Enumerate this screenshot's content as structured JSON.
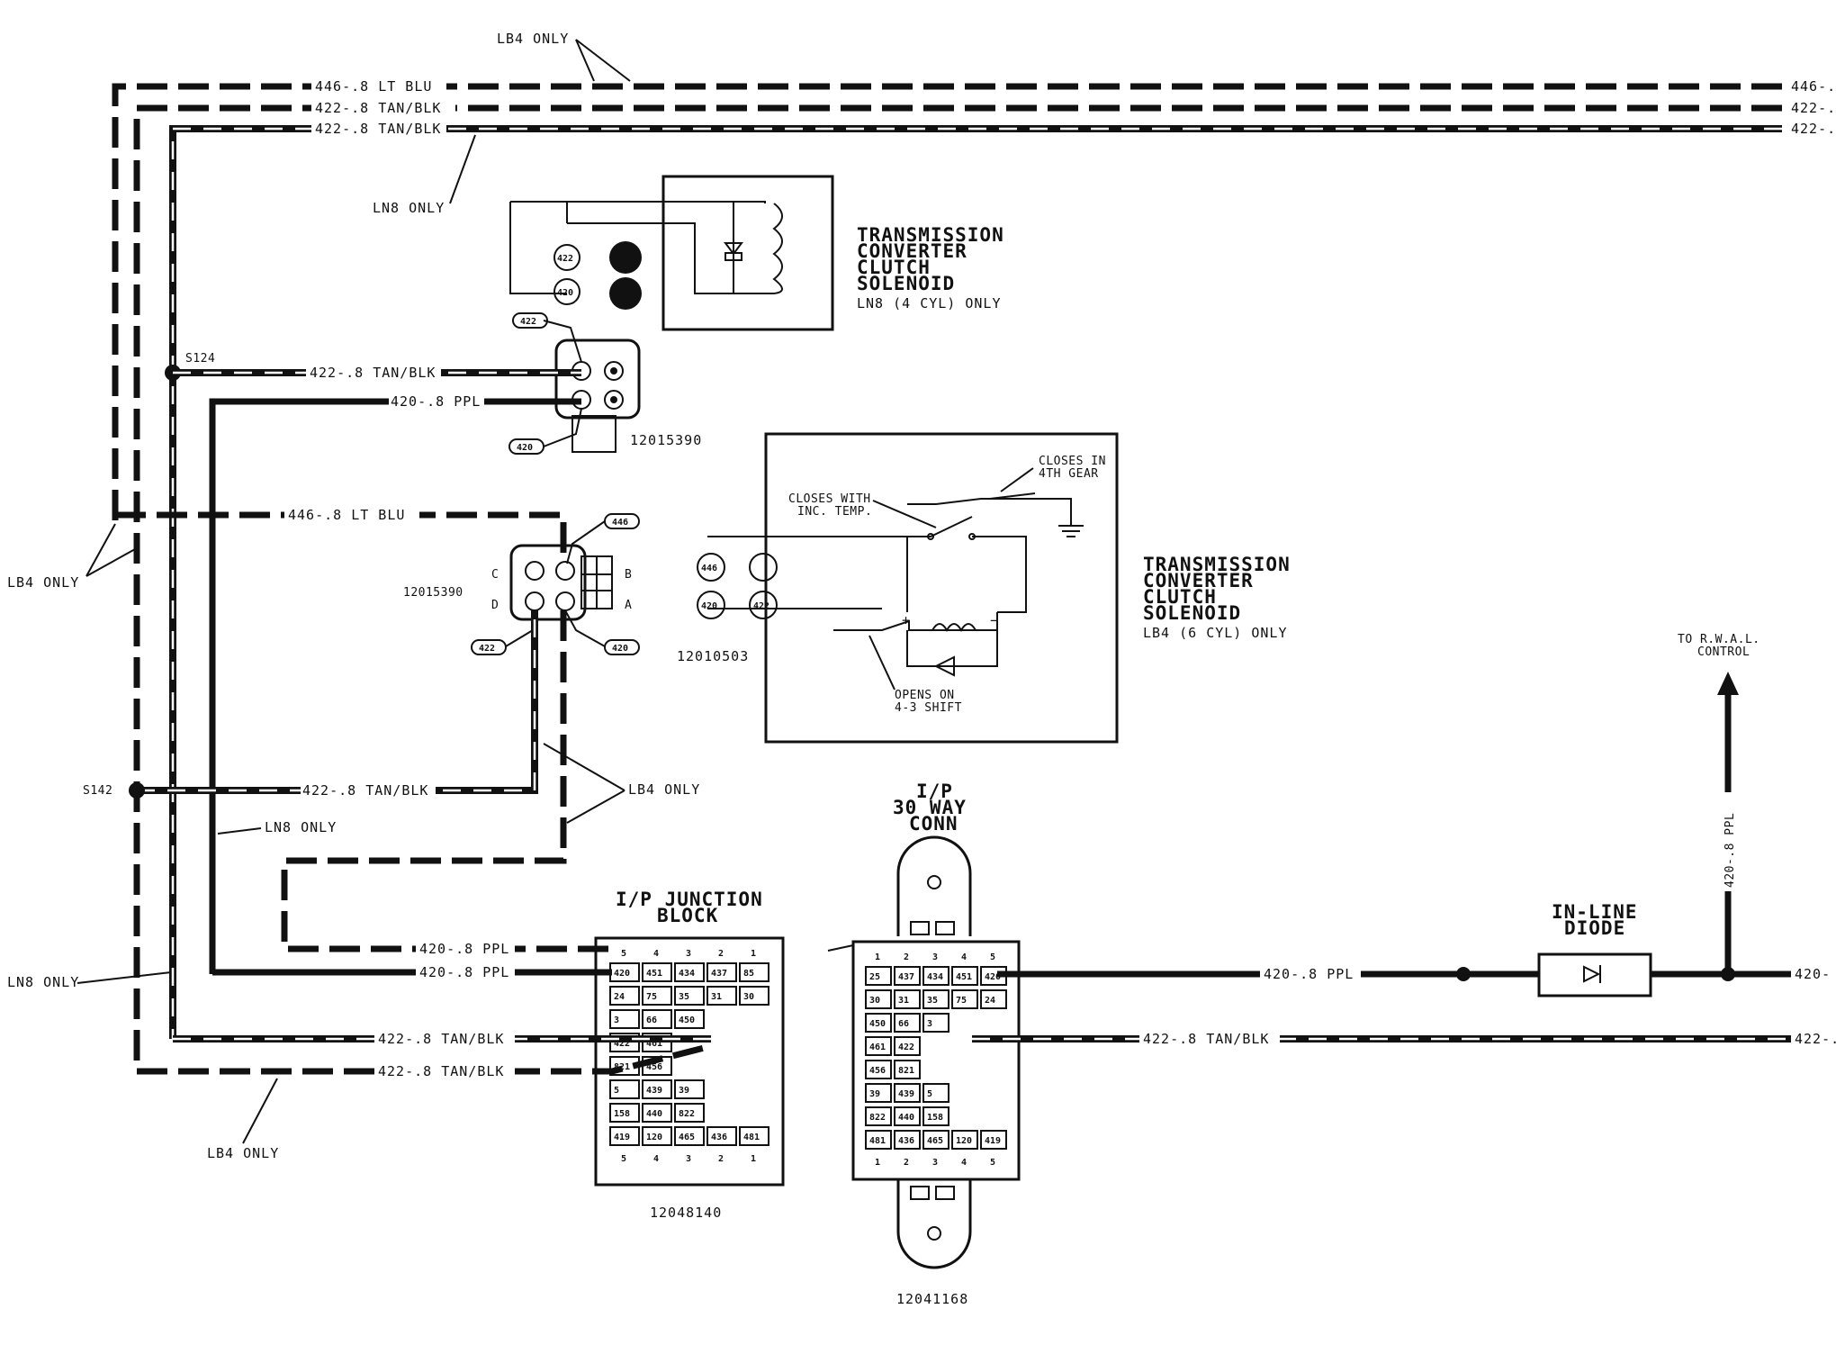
{
  "top_wires": {
    "w446_lbl": "446-.8 LT BLU",
    "w422a_lbl": "422-.8 TAN/BLK",
    "w422b_lbl": "422-.8 TAN/BLK",
    "w446_right": "446-.",
    "w422a_right": "422-.",
    "w422b_right": "422-.",
    "lb4_only_top": "LB4 ONLY",
    "ln8_only_top": "LN8 ONLY"
  },
  "ln8_solenoid": {
    "title_lines": [
      "TRANSMISSION",
      "CONVERTER",
      "CLUTCH",
      "SOLENOID"
    ],
    "subtitle": "LN8 (4 CYL) ONLY",
    "pin_422": "422",
    "pin_420": "420",
    "connector_part": "12015390",
    "tag_422": "422",
    "tag_420": "420",
    "splice": "S124",
    "wire_422_lbl": "422-.8 TAN/BLK",
    "wire_420_lbl": "420-.8 PPL"
  },
  "lb4_solenoid": {
    "title_lines": [
      "TRANSMISSION",
      "CONVERTER",
      "CLUTCH",
      "SOLENOID"
    ],
    "subtitle": "LB4 (6 CYL) ONLY",
    "closes_4th_1": "CLOSES IN",
    "closes_4th_2": "4TH GEAR",
    "closes_temp_1": "CLOSES WITH",
    "closes_temp_2": "INC. TEMP.",
    "opens_1": "OPENS ON",
    "opens_2": "4-3 SHIFT",
    "plus": "+",
    "minus": "−",
    "pin_446": "446",
    "pin_420": "420",
    "pin_422": "422",
    "part": "12010503",
    "conn_part": "12015390",
    "tag_446": "446",
    "tag_422": "422",
    "tag_420": "420",
    "pin_c": "C",
    "pin_b": "B",
    "pin_d": "D",
    "pin_a": "A",
    "wire_446_lbl": "446-.8 LT BLU",
    "lb4_only_left": "LB4 ONLY"
  },
  "mid_wires": {
    "splice": "S142",
    "wire_422_lbl": "422-.8 TAN/BLK",
    "lb4_only_mid": "LB4 ONLY",
    "ln8_only_mid": "LN8 ONLY",
    "ln8_only_left": "LN8 ONLY",
    "lb4_only_bottom": "LB4 ONLY"
  },
  "junction_block": {
    "title_lines": [
      "I/P JUNCTION",
      "BLOCK"
    ],
    "part": "12048140",
    "top_nums": [
      "5",
      "4",
      "3",
      "2",
      "1"
    ],
    "bot_nums": [
      "5",
      "4",
      "3",
      "2",
      "1"
    ],
    "rows": [
      [
        "420",
        "451",
        "434",
        "437",
        "85"
      ],
      [
        "24",
        "75",
        "35",
        "31",
        "30"
      ],
      [
        "3",
        "66",
        "450"
      ],
      [
        "422",
        "461"
      ],
      [
        "821",
        "456"
      ],
      [
        "5",
        "439",
        "39"
      ],
      [
        "158",
        "440",
        "822"
      ],
      [
        "419",
        "120",
        "465",
        "436",
        "481"
      ]
    ],
    "wire_420a": "420-.8 PPL",
    "wire_420b": "420-.8 PPL",
    "wire_422a": "422-.8 TAN/BLK",
    "wire_422b": "422-.8 TAN/BLK"
  },
  "conn_30way": {
    "title_lines": [
      "I/P",
      "30 WAY",
      "CONN"
    ],
    "part": "12041168",
    "top_nums": [
      "1",
      "2",
      "3",
      "4",
      "5"
    ],
    "bot_nums": [
      "1",
      "2",
      "3",
      "4",
      "5"
    ],
    "rows": [
      [
        "25",
        "437",
        "434",
        "451",
        "420"
      ],
      [
        "30",
        "31",
        "35",
        "75",
        "24"
      ],
      [
        "450",
        "66",
        "3"
      ],
      [
        "461",
        "422"
      ],
      [
        "456",
        "821"
      ],
      [
        "39",
        "439",
        "5"
      ],
      [
        "822",
        "440",
        "158"
      ],
      [
        "481",
        "436",
        "465",
        "120",
        "419"
      ]
    ]
  },
  "right_side": {
    "wire_420_lbl": "420-.8 PPL",
    "wire_422_lbl": "422-.8 TAN/BLK",
    "diode_title_1": "IN-LINE",
    "diode_title_2": "DIODE",
    "rwal_1": "TO R.W.A.L.",
    "rwal_2": "CONTROL",
    "vert_420_lbl": "420-.8 PPL",
    "right_420": "420-",
    "right_422": "422-."
  }
}
